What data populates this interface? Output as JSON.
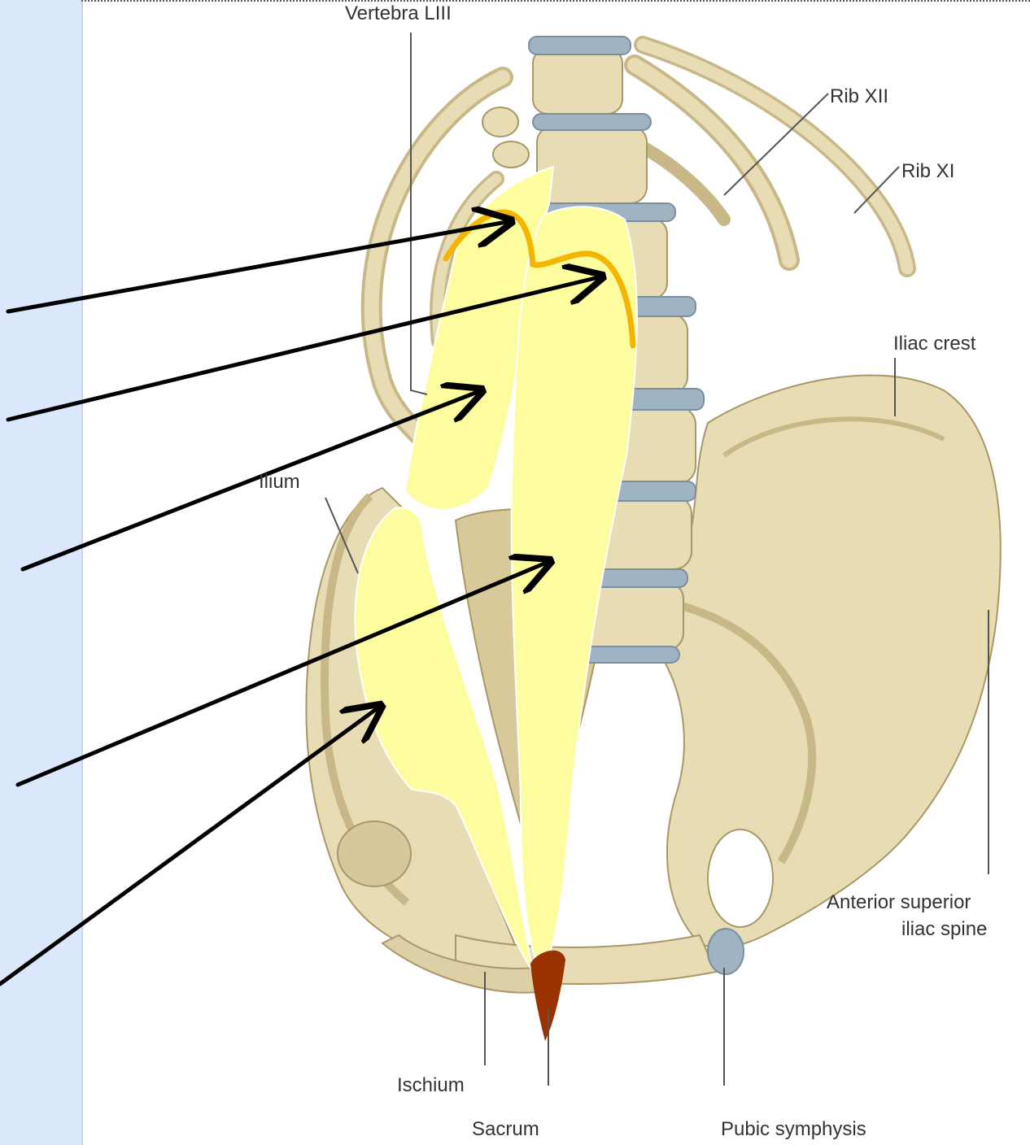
{
  "labels": {
    "vertebra": "Vertebra LIII",
    "rib12": "Rib XII",
    "rib11": "Rib XI",
    "iliac_crest": "Iliac crest",
    "ilium": "Ilium",
    "asis_line1": "Anterior superior",
    "asis_line2": "iliac spine",
    "ischium": "Ischium",
    "sacrum": "Sacrum",
    "pubic_symphysis": "Pubic symphysis"
  },
  "colors": {
    "bone": "#e8dcb5",
    "bone_shadow": "#c8b888",
    "disc": "#9fb3c2",
    "muscle_overlay": "#fdfc9e",
    "tendon": "#9a3200",
    "attachment_curve": "#f5b400",
    "panel": "#dbe8fb"
  }
}
